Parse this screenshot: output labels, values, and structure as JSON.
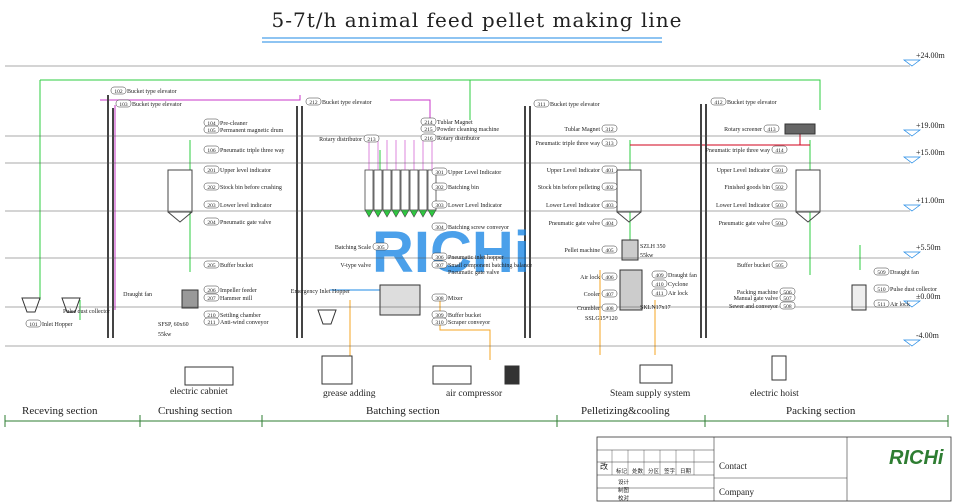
{
  "title": "5-7t/h animal feed pellet making line",
  "brand": {
    "logo_text": "RICHi",
    "watermark_text": "RICHi",
    "logo_color": "#2e7d32",
    "accent_color": "#1e88e5"
  },
  "levels": [
    "+24.00m",
    "+19.00m",
    "+15.00m",
    "+11.00m",
    "+5.50m",
    "±0.00m",
    "-4.00m"
  ],
  "sections": [
    "Receving section",
    "Crushing section",
    "Batching section",
    "Pelletizing&cooling",
    "Packing section"
  ],
  "equipment_bottom": [
    "electric cabniet",
    "grease adding",
    "air compressor",
    "Steam supply system",
    "electric hoist"
  ],
  "labels": {
    "receiving": [
      {
        "num": "101",
        "text": "Inlet Hopper"
      },
      {
        "num": "",
        "text": "Pulse dust collector"
      }
    ],
    "crushing": [
      {
        "num": "102",
        "text": "Bucket type elevator"
      },
      {
        "num": "103",
        "text": "Bucket type elevator"
      },
      {
        "num": "104",
        "text": "Pre-cleaner"
      },
      {
        "num": "105",
        "text": "Permanent magnetic drum"
      },
      {
        "num": "106",
        "text": "Pneumatic triple three way"
      },
      {
        "num": "201",
        "text": "Upper level indicator"
      },
      {
        "num": "202",
        "text": "Stock bin before crushing"
      },
      {
        "num": "203",
        "text": "Lower level indicator"
      },
      {
        "num": "204",
        "text": "Pneumatic gate valve"
      },
      {
        "num": "205",
        "text": "Buffer bucket"
      },
      {
        "num": "206",
        "text": "Impeller feeder"
      },
      {
        "num": "207",
        "text": "Hammer mill"
      },
      {
        "num": "210",
        "text": "Settling chamber"
      },
      {
        "num": "211",
        "text": "Anti-wind conveyor"
      },
      {
        "num": "",
        "text": "Draught fan"
      },
      {
        "num": "",
        "text": "SFSP, 60x60"
      },
      {
        "num": "",
        "text": "55kw"
      }
    ],
    "batching": [
      {
        "num": "212",
        "text": "Bucket type elevator"
      },
      {
        "num": "213",
        "text": "Rotary distributor"
      },
      {
        "num": "214",
        "text": "Tublar Magnet"
      },
      {
        "num": "215",
        "text": "Powder cleaning machine"
      },
      {
        "num": "216",
        "text": "Rotary distributor"
      },
      {
        "num": "301",
        "text": "Upper Level Indicator"
      },
      {
        "num": "302",
        "text": "Batching bin"
      },
      {
        "num": "303",
        "text": "Lower Level Indicator"
      },
      {
        "num": "304",
        "text": "Batching screw conveyor"
      },
      {
        "num": "305",
        "text": "Batching Scale"
      },
      {
        "num": "306",
        "text": "Pneumatic inlet hopper"
      },
      {
        "num": "307",
        "text": "Small component batching balance"
      },
      {
        "num": "",
        "text": "Pneumatic gate valve"
      },
      {
        "num": "",
        "text": "V-type valve"
      },
      {
        "num": "308",
        "text": "Mixer"
      },
      {
        "num": "309",
        "text": "Buffer bucket"
      },
      {
        "num": "310",
        "text": "Scraper conveyor"
      },
      {
        "num": "",
        "text": "Emergency Inlet Hopper"
      }
    ],
    "pelletizing": [
      {
        "num": "311",
        "text": "Bucket type elevator"
      },
      {
        "num": "312",
        "text": "Tublar Magnet"
      },
      {
        "num": "313",
        "text": "Pneumatic triple three way"
      },
      {
        "num": "401",
        "text": "Upper Level Indicator"
      },
      {
        "num": "402",
        "text": "Stock bin before pelleting"
      },
      {
        "num": "403",
        "text": "Lower Level Indicator"
      },
      {
        "num": "404",
        "text": "Pneumatic gate valve"
      },
      {
        "num": "405",
        "text": "Pellet machine"
      },
      {
        "num": "406",
        "text": "Air lock"
      },
      {
        "num": "407",
        "text": "Cooler"
      },
      {
        "num": "408",
        "text": "Crumbler"
      },
      {
        "num": "409",
        "text": "Draught fan"
      },
      {
        "num": "410",
        "text": "Cyclone"
      },
      {
        "num": "411",
        "text": "Air lock"
      },
      {
        "num": "",
        "text": "SZLH 350"
      },
      {
        "num": "",
        "text": "55kw"
      },
      {
        "num": "",
        "text": "SKLN17x17"
      },
      {
        "num": "",
        "text": "SSLG15*120"
      }
    ],
    "packing": [
      {
        "num": "412",
        "text": "Bucket type elevator"
      },
      {
        "num": "413",
        "text": "Rotary screener"
      },
      {
        "num": "414",
        "text": "Pneumatic triple three way"
      },
      {
        "num": "501",
        "text": "Upper Level Indicator"
      },
      {
        "num": "502",
        "text": "Finished goods bin"
      },
      {
        "num": "503",
        "text": "Lower Level Indicator"
      },
      {
        "num": "504",
        "text": "Pneumatic gate valve"
      },
      {
        "num": "505",
        "text": "Buffer bucket"
      },
      {
        "num": "506",
        "text": "Packing machine"
      },
      {
        "num": "507",
        "text": "Manual gate valve"
      },
      {
        "num": "508",
        "text": "Sewer and conveyor"
      },
      {
        "num": "509",
        "text": "Draught fan"
      },
      {
        "num": "510",
        "text": "Pulse dust collector"
      },
      {
        "num": "511",
        "text": "Air lock"
      }
    ]
  },
  "title_block": {
    "rows": [
      "设计",
      "制图",
      "校对"
    ],
    "header_cells": [
      "改",
      "标记",
      "处数",
      "分区",
      "签字",
      "日期"
    ],
    "contact": "Contact",
    "company": "Company",
    "logo_text": "RICHi"
  }
}
